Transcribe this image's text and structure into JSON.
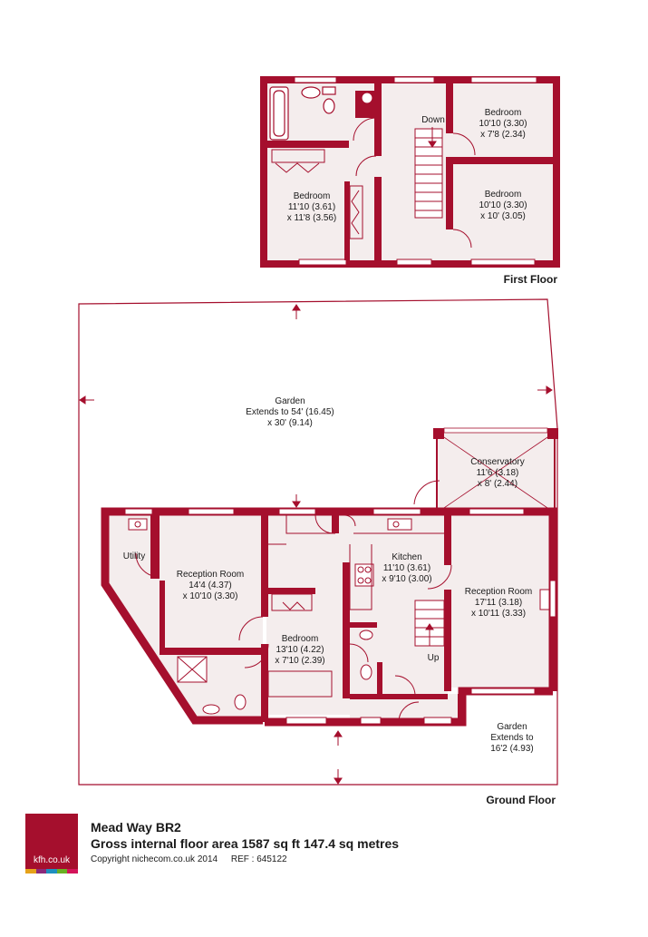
{
  "colors": {
    "wall": "#a50f2d",
    "room_fill": "#f4eded",
    "line": "#a50f2d"
  },
  "first_floor": {
    "label": "First Floor",
    "stairs_label": "Down",
    "rooms": [
      {
        "name": "Bedroom",
        "dims": [
          "10'10 (3.30)",
          "x 7'8 (2.34)"
        ]
      },
      {
        "name": "Bedroom",
        "dims": [
          "10'10 (3.30)",
          "x 10' (3.05)"
        ]
      },
      {
        "name": "Bedroom",
        "dims": [
          "11'10 (3.61)",
          "x 11'8 (3.56)"
        ]
      }
    ]
  },
  "ground_floor": {
    "label": "Ground Floor",
    "stairs_label": "Up",
    "garden": {
      "name": "Garden",
      "dims": [
        "Extends to 54' (16.45)",
        "x 30' (9.14)"
      ]
    },
    "front_garden": {
      "name": "Garden",
      "dims": [
        "Extends to",
        "16'2 (4.93)"
      ]
    },
    "rooms": [
      {
        "name": "Conservatory",
        "dims": [
          "11'6 (3.18)",
          "x 8' (2.44)"
        ]
      },
      {
        "name": "Utility",
        "dims": []
      },
      {
        "name": "Reception Room",
        "dims": [
          "14'4 (4.37)",
          "x 10'10 (3.30)"
        ]
      },
      {
        "name": "Kitchen",
        "dims": [
          "11'10 (3.61)",
          "x 9'10 (3.00)"
        ]
      },
      {
        "name": "Reception Room",
        "dims": [
          "17'11 (3.18)",
          "x 10'11 (3.33)"
        ]
      },
      {
        "name": "Bedroom",
        "dims": [
          "13'10 (4.22)",
          "x 7'10 (2.39)"
        ]
      }
    ]
  },
  "footer": {
    "logo_text": "kfh.co.uk",
    "logo_stripe_colors": [
      "#e6a21a",
      "#8b2a7a",
      "#1e8fc0",
      "#6ab023",
      "#d4145a"
    ],
    "title": "Mead Way  BR2",
    "area": "Gross internal floor area 1587 sq ft 147.4 sq metres",
    "copyright": "Copyright nichecom.co.uk 2014",
    "ref": "REF : 645122"
  }
}
